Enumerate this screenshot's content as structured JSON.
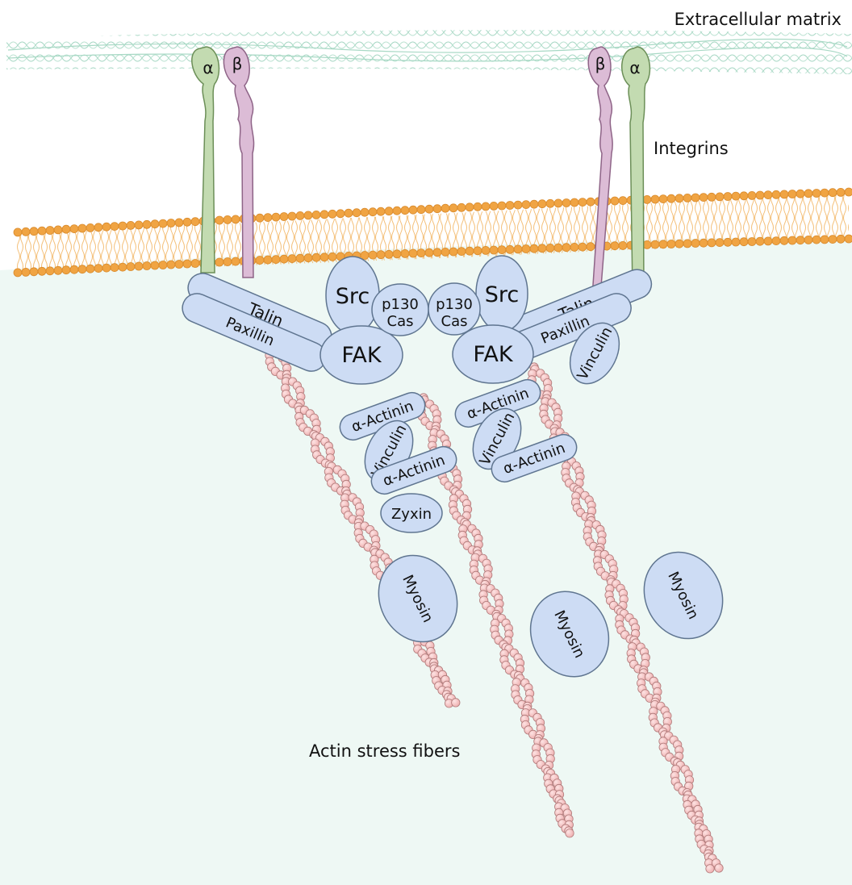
{
  "labels": {
    "ecm": "Extracellular matrix",
    "integrins": "Integrins",
    "actin": "Actin stress fibers"
  },
  "integrin_left": {
    "alpha": "α",
    "beta": "β"
  },
  "integrin_right": {
    "alpha": "α",
    "beta": "β"
  },
  "left_complex": {
    "talin": "Talin",
    "paxillin": "Paxillin",
    "src": "Src",
    "p130": "p130",
    "cas": "Cas",
    "fak": "FAK",
    "actinin_1": "α-Actinin",
    "vinculin": "Vinculin",
    "actinin_2": "α-Actinin",
    "zyxin": "Zyxin",
    "myosin": "Myosin"
  },
  "right_complex": {
    "talin": "Talin",
    "paxillin": "Paxillin",
    "vinculin_top": "Vinculin",
    "src": "Src",
    "p130": "p130",
    "cas": "Cas",
    "fak": "FAK",
    "actinin_1": "α-Actinin",
    "vinculin": "Vinculin",
    "actinin_2": "α-Actinin",
    "myosin_middle": "Myosin",
    "myosin_right": "Myosin"
  },
  "colors": {
    "cytoplasm": "#eef8f4",
    "ecm_fiber": "#9fd4bf",
    "membrane_head": "#f0a443",
    "membrane_tail": "#f4c07a",
    "alpha_integrin": "#c3dbb1",
    "beta_integrin": "#dcbcd6",
    "adhesion_protein": "#cddcf4",
    "adhesion_outline": "#5f7590",
    "actin_bead": "#f3c3c3",
    "actin_outline": "#b07a7a"
  }
}
